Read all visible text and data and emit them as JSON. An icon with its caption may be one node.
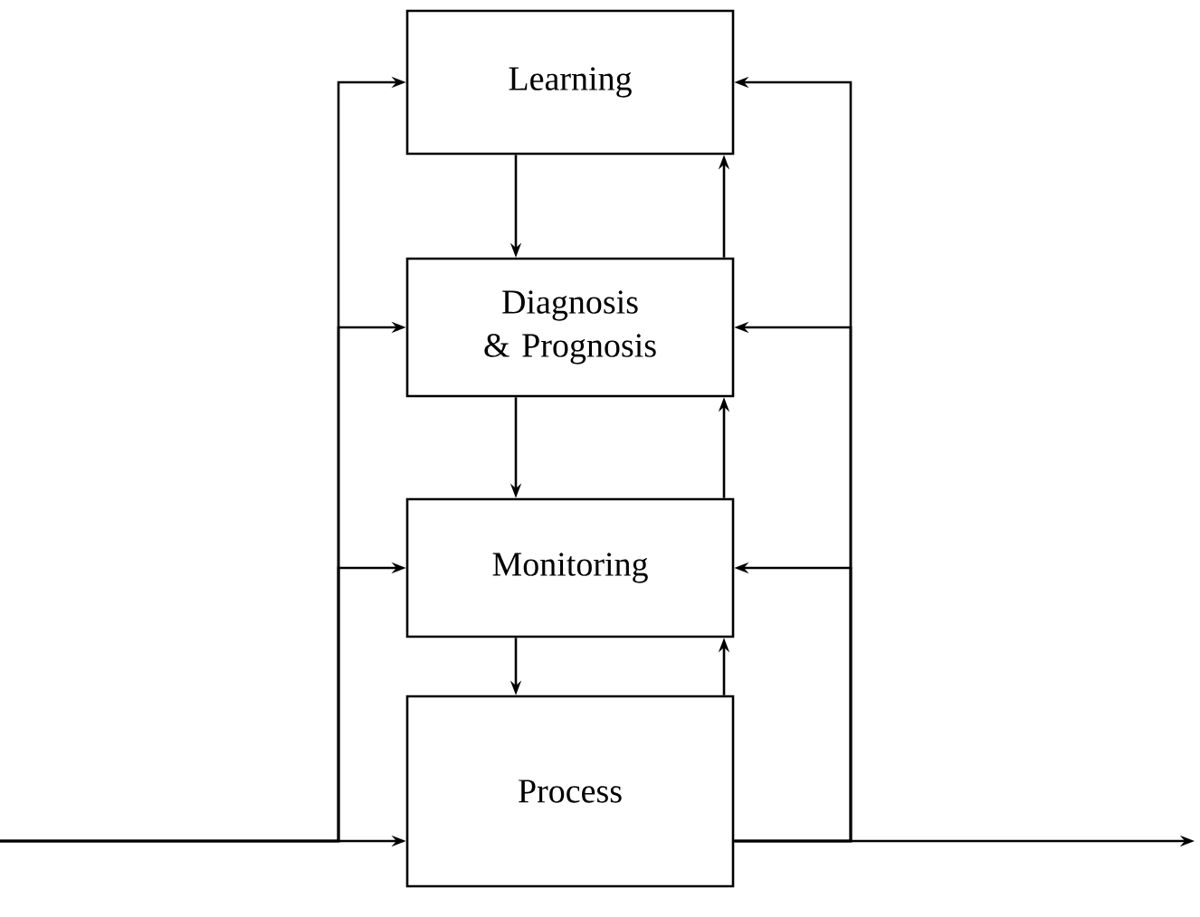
{
  "diagram": {
    "nodes": [
      {
        "text": [
          "Learning"
        ]
      },
      {
        "text": [
          "Diagnosis & Prognosis"
        ]
      },
      {
        "text": [
          "Monitoring"
        ]
      },
      {
        "text": [
          "Process"
        ]
      }
    ],
    "edges": [
      {
        "from": null,
        "to": 3,
        "arrow": "to"
      },
      {
        "from": null,
        "to": 0,
        "arrow": "to"
      },
      {
        "from": null,
        "to": 1,
        "arrow": "to"
      },
      {
        "from": null,
        "to": 2,
        "arrow": "to"
      },
      {
        "from": 0,
        "to": 1,
        "arrow": "to"
      },
      {
        "from": 1,
        "to": 0,
        "arrow": "to"
      },
      {
        "from": 1,
        "to": 2,
        "arrow": "to"
      },
      {
        "from": 2,
        "to": 1,
        "arrow": "to"
      },
      {
        "from": 2,
        "to": 3,
        "arrow": "to"
      },
      {
        "from": 3,
        "to": 2,
        "arrow": "to"
      },
      {
        "from": 3,
        "to": null,
        "arrow": "to"
      },
      {
        "from": 3,
        "to": 2,
        "arrow": "to"
      },
      {
        "from": 3,
        "to": 1,
        "arrow": "to"
      },
      {
        "from": 3,
        "to": 0,
        "arrow": "to"
      }
    ]
  }
}
